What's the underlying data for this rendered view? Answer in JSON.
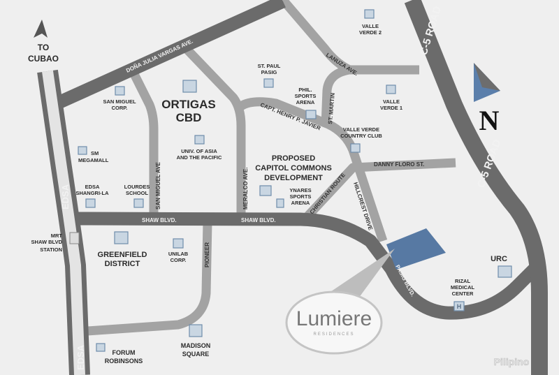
{
  "colors": {
    "background": "#efefef",
    "major_road": "#6b6b6b",
    "minor_road": "#a3a3a3",
    "site": "#5779a3",
    "compass": "#5b7fab"
  },
  "compass": {
    "north_label": "N"
  },
  "direction": {
    "label_line1": "TO",
    "label_line2": "CUBAO"
  },
  "roads": {
    "edsa": "EDSA",
    "dona_julia": "DOÑA JULIA VARGAS AVE.",
    "san_miguel": "SAN MIGUEL AVE",
    "meralco": "MERALCO AVE.",
    "capt_javier": "CAPT. HENRY P. JAVIER",
    "lanuza": "LANUZA AVE.",
    "st_martin": "ST. MARTIN",
    "danny_floro": "DANNY FLORO ST.",
    "christian_route": "CHRISTIAN ROUTE",
    "hillcrest": "HILLCREST DRIVE",
    "shaw1": "SHAW BLVD.",
    "shaw2": "SHAW BLVD.",
    "pasig": "PASIG BLVD.",
    "pioneer": "PIONEER",
    "c5_top": "C-5 ROAD",
    "c5_right": "C-5 ROAD"
  },
  "districts": {
    "ortigas": [
      "ORTIGAS",
      "CBD"
    ],
    "greenfield": [
      "GREENFIELD",
      "DISTRICT"
    ],
    "capitol": [
      "PROPOSED",
      "CAPITOL COMMONS",
      "DEVELOPMENT"
    ]
  },
  "landmarks": {
    "san_miguel_corp": [
      "SAN MIGUEL",
      "CORP."
    ],
    "sm_megamall": [
      "SM",
      "MEGAMALL"
    ],
    "uap": [
      "UNIV. OF ASIA",
      "AND THE PACIFIC"
    ],
    "st_paul": [
      "ST. PAUL",
      "PASIG"
    ],
    "phil_sports": [
      "PHIL.",
      "SPORTS",
      "ARENA"
    ],
    "valle_verde_2": [
      "VALLE",
      "VERDE 2"
    ],
    "valle_verde_1": [
      "VALLE",
      "VERDE 1"
    ],
    "vv_country_club": [
      "VALLE VERDE",
      "COUNTRY CLUB"
    ],
    "edsa_shangri_la": [
      "EDSA",
      "SHANGRI-LA"
    ],
    "lourdes": [
      "LOURDES",
      "SCHOOL"
    ],
    "ynares": [
      "YNARES",
      "SPORTS",
      "ARENA"
    ],
    "mrt": [
      "MRT",
      "SHAW BLVD",
      "STATION"
    ],
    "unilab": [
      "UNILAB",
      "CORP."
    ],
    "forum": [
      "FORUM",
      "ROBINSONS"
    ],
    "madison": [
      "MADISON",
      "SQUARE"
    ],
    "rizal_medical": [
      "RIZAL",
      "MEDICAL",
      "CENTER"
    ],
    "urc": "URC"
  },
  "logo": {
    "name": "Lumiere",
    "tagline": "RESIDENCES"
  },
  "watermark": "Pilipino"
}
